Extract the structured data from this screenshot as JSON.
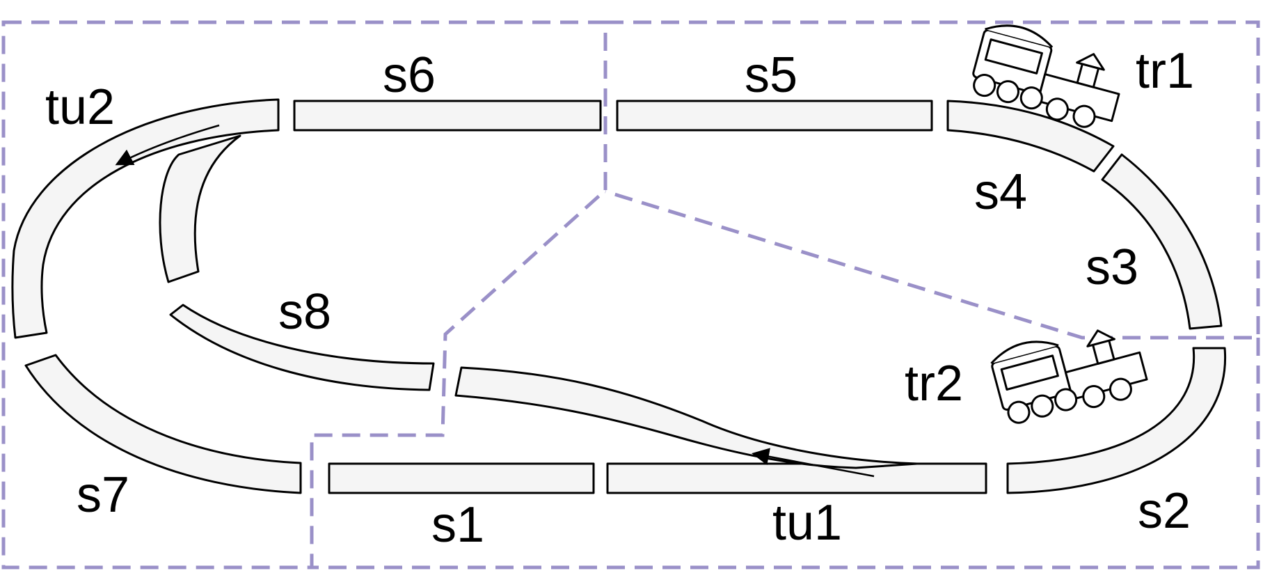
{
  "colors": {
    "track_fill": "#f5f5f5",
    "track_stroke": "#000000",
    "zone_border": "#9a90c8",
    "background": "#ffffff"
  },
  "segments": {
    "s1": "s1",
    "s2": "s2",
    "s3": "s3",
    "s4": "s4",
    "s5": "s5",
    "s6": "s6",
    "s7": "s7",
    "s8": "s8"
  },
  "turnouts": {
    "tu1": "tu1",
    "tu2": "tu2"
  },
  "trains": {
    "tr1": "tr1",
    "tr2": "tr2"
  },
  "icons": [
    "train-icon",
    "arrow-icon"
  ]
}
